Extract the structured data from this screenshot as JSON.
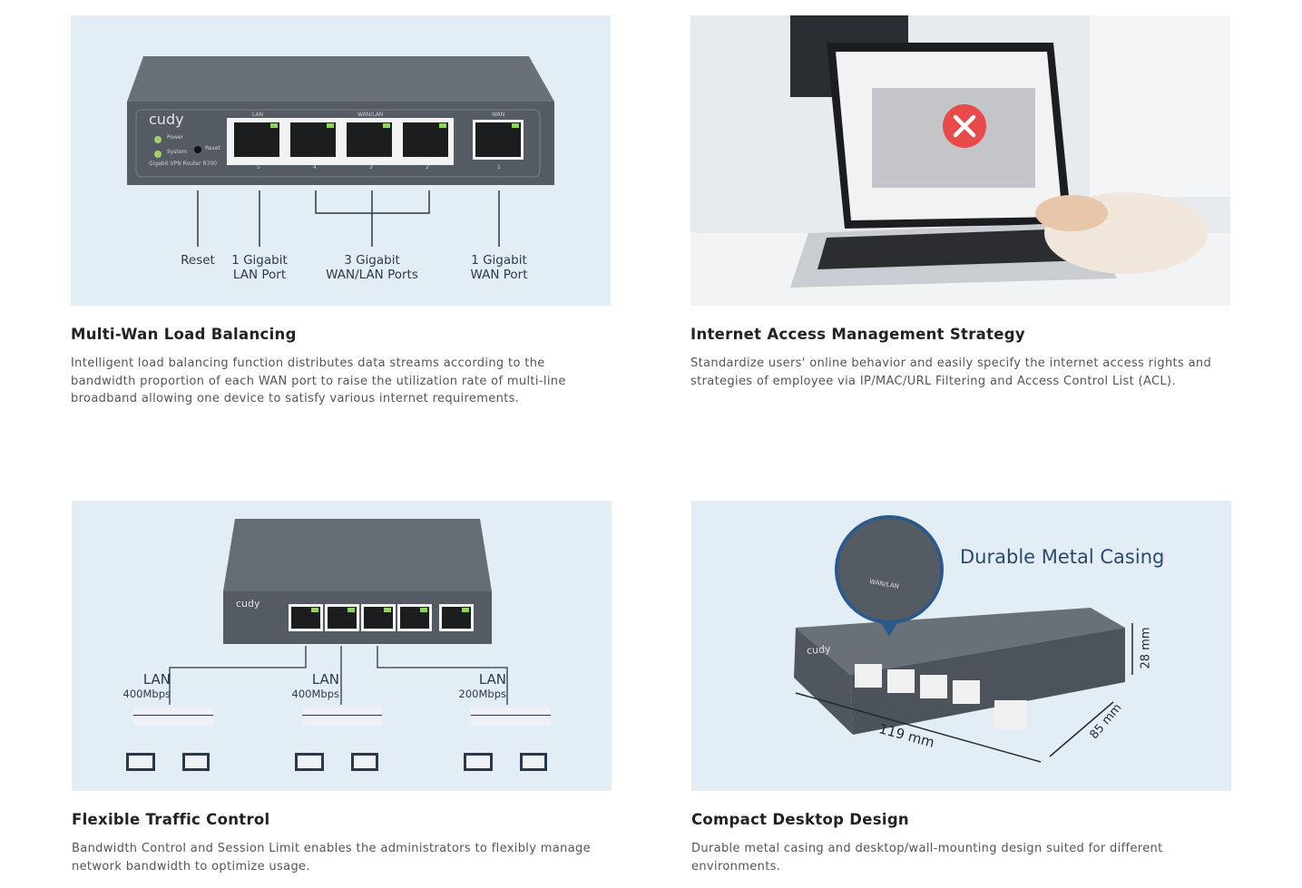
{
  "cards": [
    {
      "title": "Multi-Wan Load Balancing",
      "description": "Intelligent load balancing function distributes data streams according to the bandwidth proportion of each WAN port to raise the utilization rate of multi-line broadband allowing one device to satisfy various internet requirements.",
      "image": {
        "brand": "cudy",
        "model": "Gigabit VPN Router  R700",
        "leds": [
          "Power",
          "System"
        ],
        "reset": "Reset",
        "port_groups": [
          "LAN",
          "WAN/LAN",
          "WAN"
        ],
        "port_numbers": [
          "5",
          "4",
          "3",
          "2",
          "1"
        ],
        "callouts": [
          {
            "line1": "Reset",
            "line2": ""
          },
          {
            "line1": "1 Gigabit",
            "line2": "LAN Port"
          },
          {
            "line1": "3 Gigabit",
            "line2": "WAN/LAN Ports"
          },
          {
            "line1": "1 Gigabit",
            "line2": "WAN Port"
          }
        ]
      }
    },
    {
      "title": "Internet Access Management Strategy",
      "description": "Standardize users' online behavior and easily specify the internet access rights and strategies of employee via IP/MAC/URL Filtering and Access Control List (ACL).",
      "image": {
        "icon": "blocked-x-icon"
      }
    },
    {
      "title": "Flexible Traffic Control",
      "description": "Bandwidth Control and Session Limit enables the administrators to flexibly manage network bandwidth to optimize usage.",
      "image": {
        "brand": "cudy",
        "links": [
          {
            "name": "LAN",
            "speed": "400Mbps"
          },
          {
            "name": "LAN",
            "speed": "400Mbps"
          },
          {
            "name": "LAN",
            "speed": "200Mbps"
          }
        ]
      }
    },
    {
      "title": "Compact Desktop Design",
      "description": "Durable metal casing and desktop/wall-mounting design suited for different environments.",
      "image": {
        "heading": "Durable Metal Casing",
        "brand": "cudy",
        "zoom_label": "WAN/LAN",
        "dims": {
          "width": "119 mm",
          "depth": "85 mm",
          "height": "28 mm"
        }
      }
    }
  ],
  "colors": {
    "bg": "#e3edf5",
    "device": "#5a6068",
    "text": "#222222",
    "desc": "#555555",
    "accent": "#2b4a6b"
  }
}
